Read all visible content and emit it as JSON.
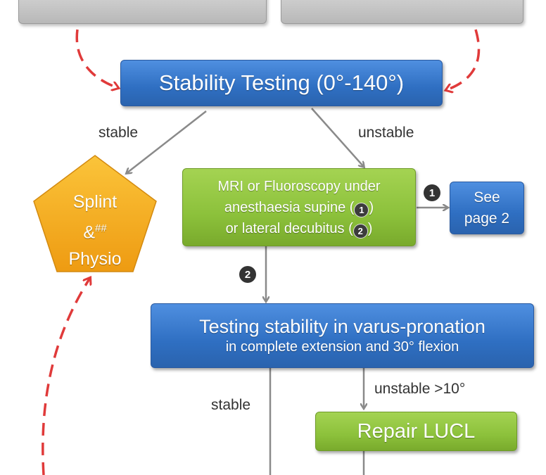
{
  "nodes": {
    "stability": {
      "label": "Stability Testing (0°-140°)"
    },
    "mri": {
      "line1": "MRI or Fluoroscopy under",
      "line2a": "anesthaesia supine (",
      "line2b": ")",
      "line3a": "or lateral decubitus (",
      "line3b": ")"
    },
    "see_page": {
      "line1": "See",
      "line2": "page 2"
    },
    "splint": {
      "line1": "Splint",
      "line2": "&",
      "sup": "##",
      "line3": "Physio"
    },
    "varus": {
      "title": "Testing stability in varus-pronation",
      "subtitle": "in complete extension and 30° flexion"
    },
    "repair": {
      "label": "Repair LUCL"
    }
  },
  "edge_labels": {
    "stable_1": "stable",
    "unstable_1": "unstable",
    "stable_2": "stable",
    "unstable_2": "unstable >10°"
  },
  "markers": {
    "one": "1",
    "two": "2"
  },
  "colors": {
    "blue": "#2f6fc2",
    "green": "#8cc13b",
    "orange": "#f3a81a",
    "grey": "#c4c4c4",
    "dashed_arrow": "#e03a3a",
    "arrow": "#8a8a8a"
  }
}
